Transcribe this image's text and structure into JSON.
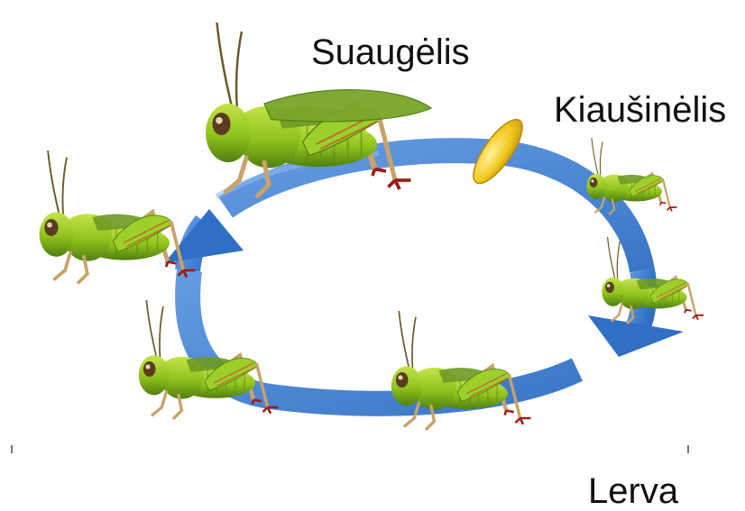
{
  "labels": {
    "adult": "Suaugėlis",
    "egg": "Kiaušinėlis",
    "larva": "Lerva"
  },
  "colors": {
    "arrow": "#3f7fd4",
    "arrow_light": "#8fb8ec",
    "egg": "#f2c81f",
    "body": "#8fc21c",
    "body_dark": "#4f7f10",
    "wing": "#6d9a24",
    "leg": "#c9a36a",
    "claw": "#9a1f18"
  },
  "stages": [
    {
      "id": "adult",
      "icon": "adult-grasshopper-icon"
    },
    {
      "id": "egg",
      "icon": "egg-icon"
    },
    {
      "id": "nymph-1",
      "icon": "nymph-grasshopper-icon"
    },
    {
      "id": "nymph-2",
      "icon": "nymph-grasshopper-icon"
    },
    {
      "id": "nymph-3",
      "icon": "nymph-grasshopper-icon"
    },
    {
      "id": "nymph-4",
      "icon": "nymph-grasshopper-icon"
    },
    {
      "id": "nymph-5",
      "icon": "nymph-grasshopper-icon"
    }
  ]
}
